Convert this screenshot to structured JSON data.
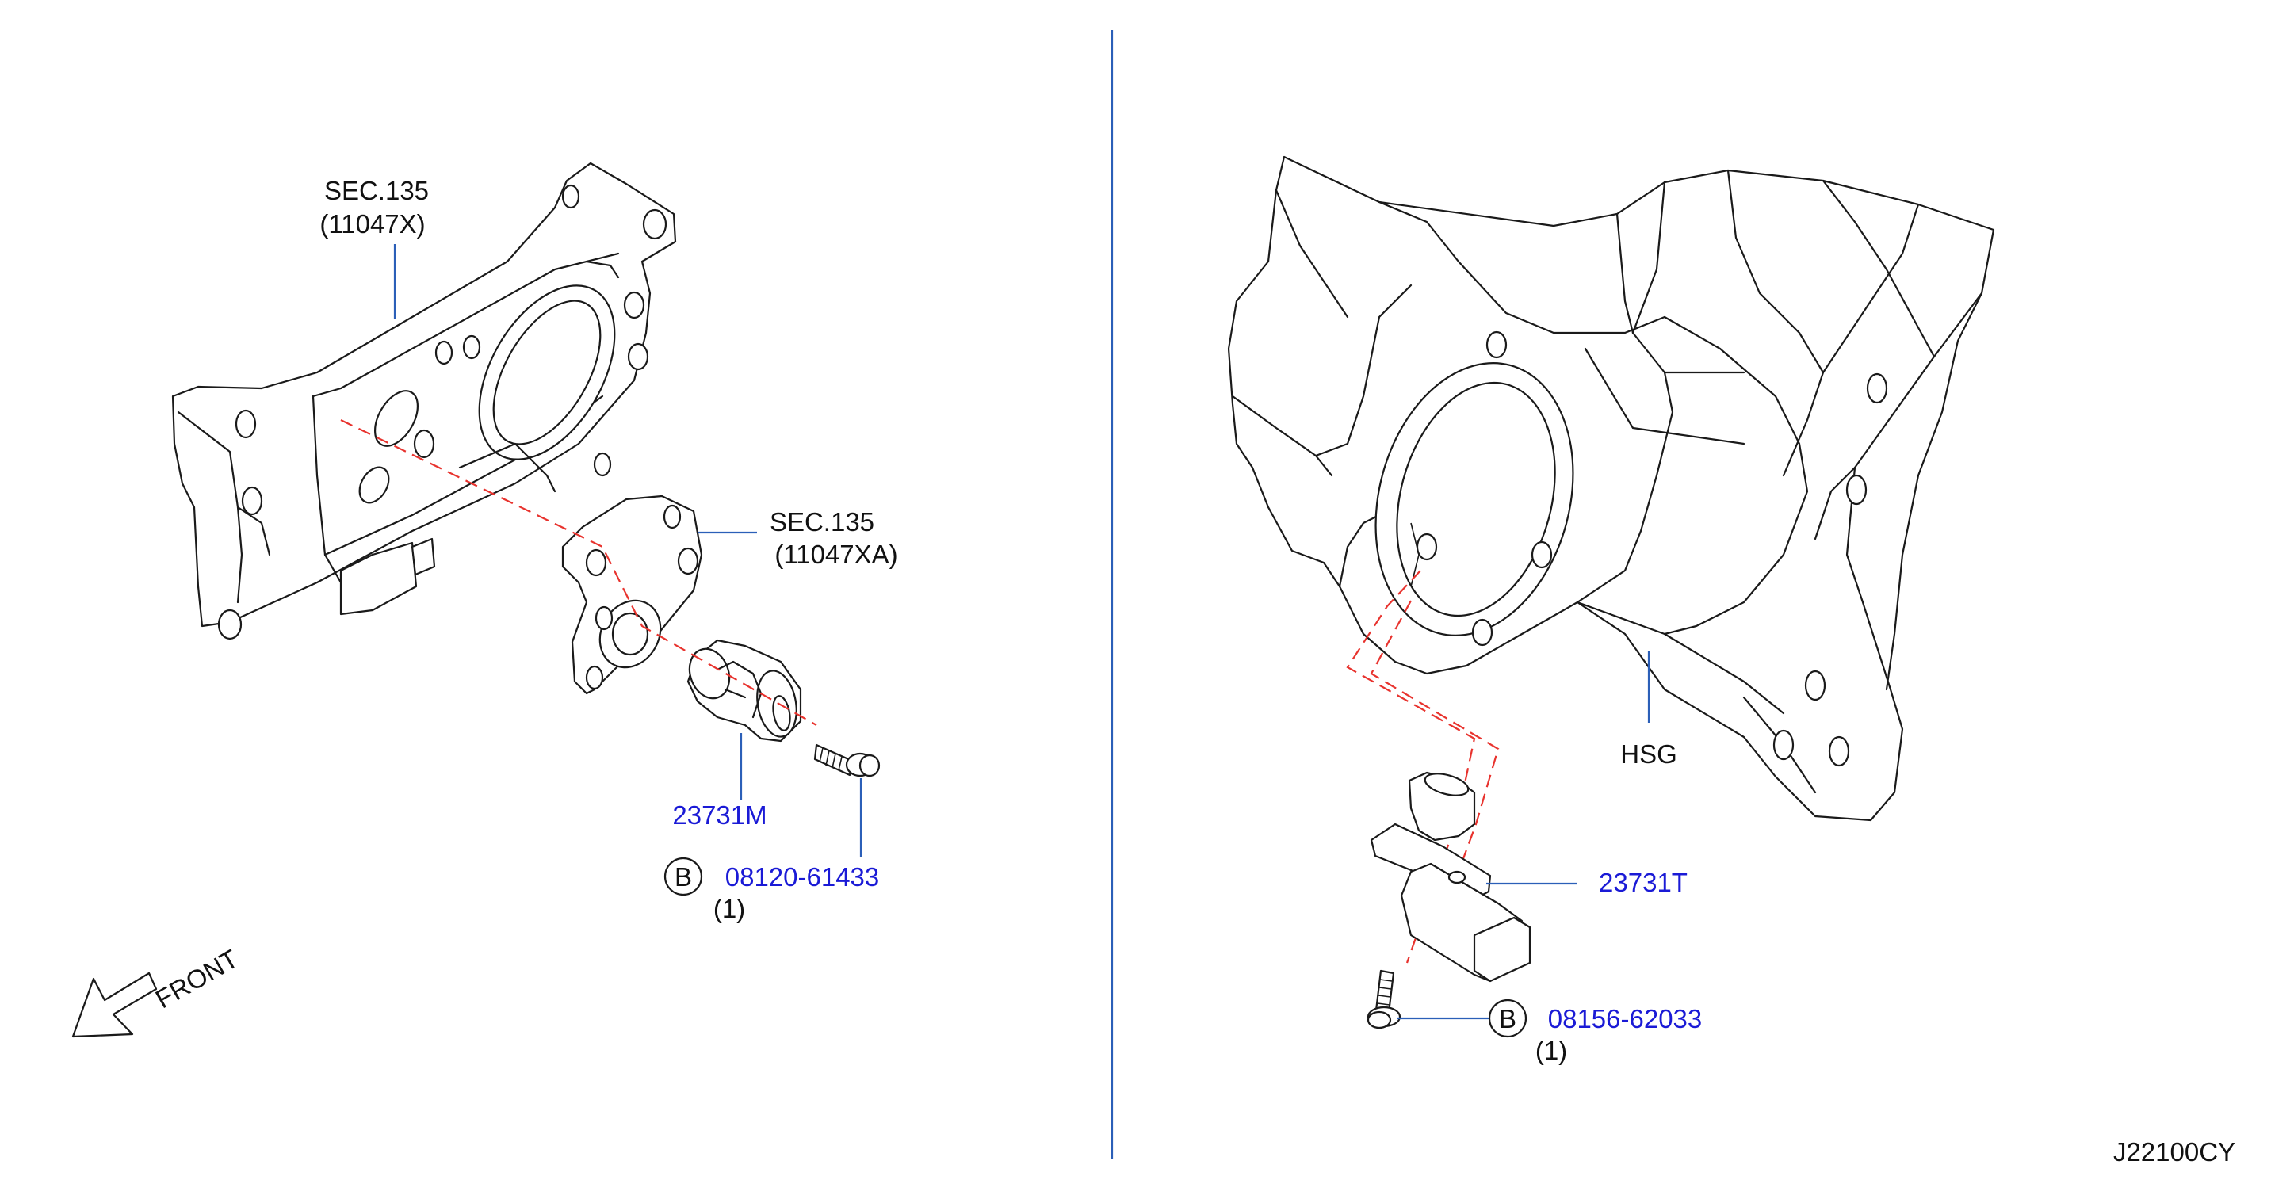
{
  "diagram_id": "J22100CY",
  "front_label": "FRONT",
  "left": {
    "section_ref": {
      "line1": "SEC.135",
      "line2": "(11047X)"
    },
    "section_ref_2": {
      "line1": "SEC.135",
      "line2": "(11047XA)"
    },
    "sensor_part": "23731M",
    "bolt": {
      "marker": "B",
      "part": "08120-61433",
      "qty": "(1)"
    }
  },
  "right": {
    "housing_label": "HSG",
    "sensor_part": "23731T",
    "bolt": {
      "marker": "B",
      "part": "08156-62033",
      "qty": "(1)"
    }
  },
  "colors": {
    "part_number": "#1a1ad6",
    "leader_line": "#2b5fb8",
    "centerline": "#e8332e",
    "outline": "#1a1a1a"
  }
}
